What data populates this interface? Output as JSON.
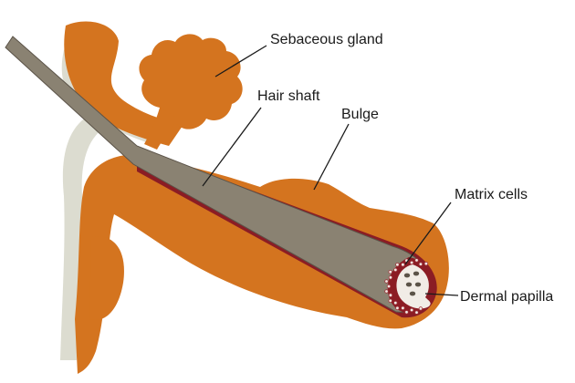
{
  "labels": {
    "sebaceous_gland": "Sebaceous gland",
    "hair_shaft": "Hair shaft",
    "bulge": "Bulge",
    "matrix_cells": "Matrix cells",
    "dermal_papilla": "Dermal papilla"
  },
  "colors": {
    "tissue": "#d4741f",
    "sheath": "#dcdcd0",
    "hair": "#8a8272",
    "hair_edge": "#5b5348",
    "inner_root_sheath": "#8b1c24",
    "papilla": "#f1ece6",
    "matrix_dots": "#a0343c",
    "background": "#ffffff"
  }
}
